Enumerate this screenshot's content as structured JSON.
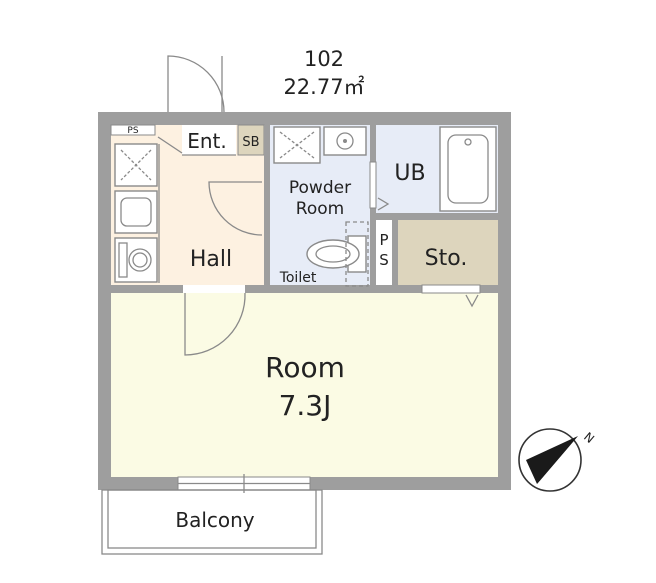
{
  "unit": {
    "number": "102",
    "area": "22.77㎡"
  },
  "rooms": {
    "ps_top": "PS",
    "entrance": "Ent.",
    "shoe_box": "SB",
    "powder_room_line1": "Powder",
    "powder_room_line2": "Room",
    "unit_bath": "UB",
    "toilet": "Toilet",
    "ps_side_p": "P",
    "ps_side_s": "S",
    "storage": "Sto.",
    "hall": "Hall",
    "room_line1": "Room",
    "room_line2": "7.3J",
    "balcony": "Balcony"
  },
  "compass": {
    "north_label": "N"
  },
  "colors": {
    "room": "#fbfbe4",
    "hall": "#fdf1e1",
    "wet_area": "#e7ecf7",
    "storage": "#ddd5bd",
    "wall": "#9e9e9e"
  }
}
